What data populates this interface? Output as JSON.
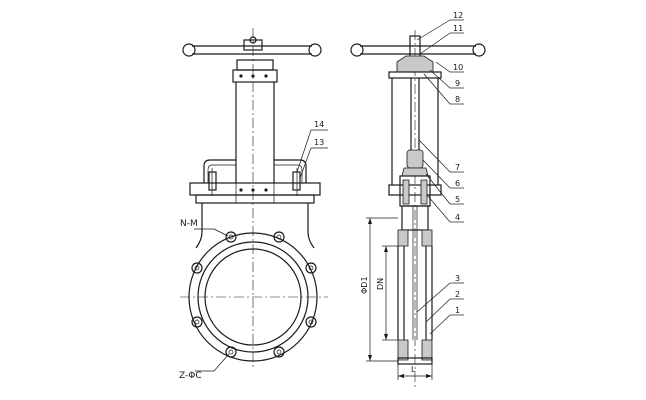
{
  "front_view": {
    "label_n_m": "N-M",
    "label_z_phic": "Z-ΦC",
    "callout_14": "14",
    "callout_13": "13"
  },
  "side_view": {
    "callouts": [
      "12",
      "11",
      "10",
      "9",
      "8",
      "7",
      "6",
      "5",
      "4",
      "3",
      "2",
      "1"
    ],
    "dim_d1": "ΦD1",
    "dim_dn": "DN",
    "dim_l": "L"
  }
}
